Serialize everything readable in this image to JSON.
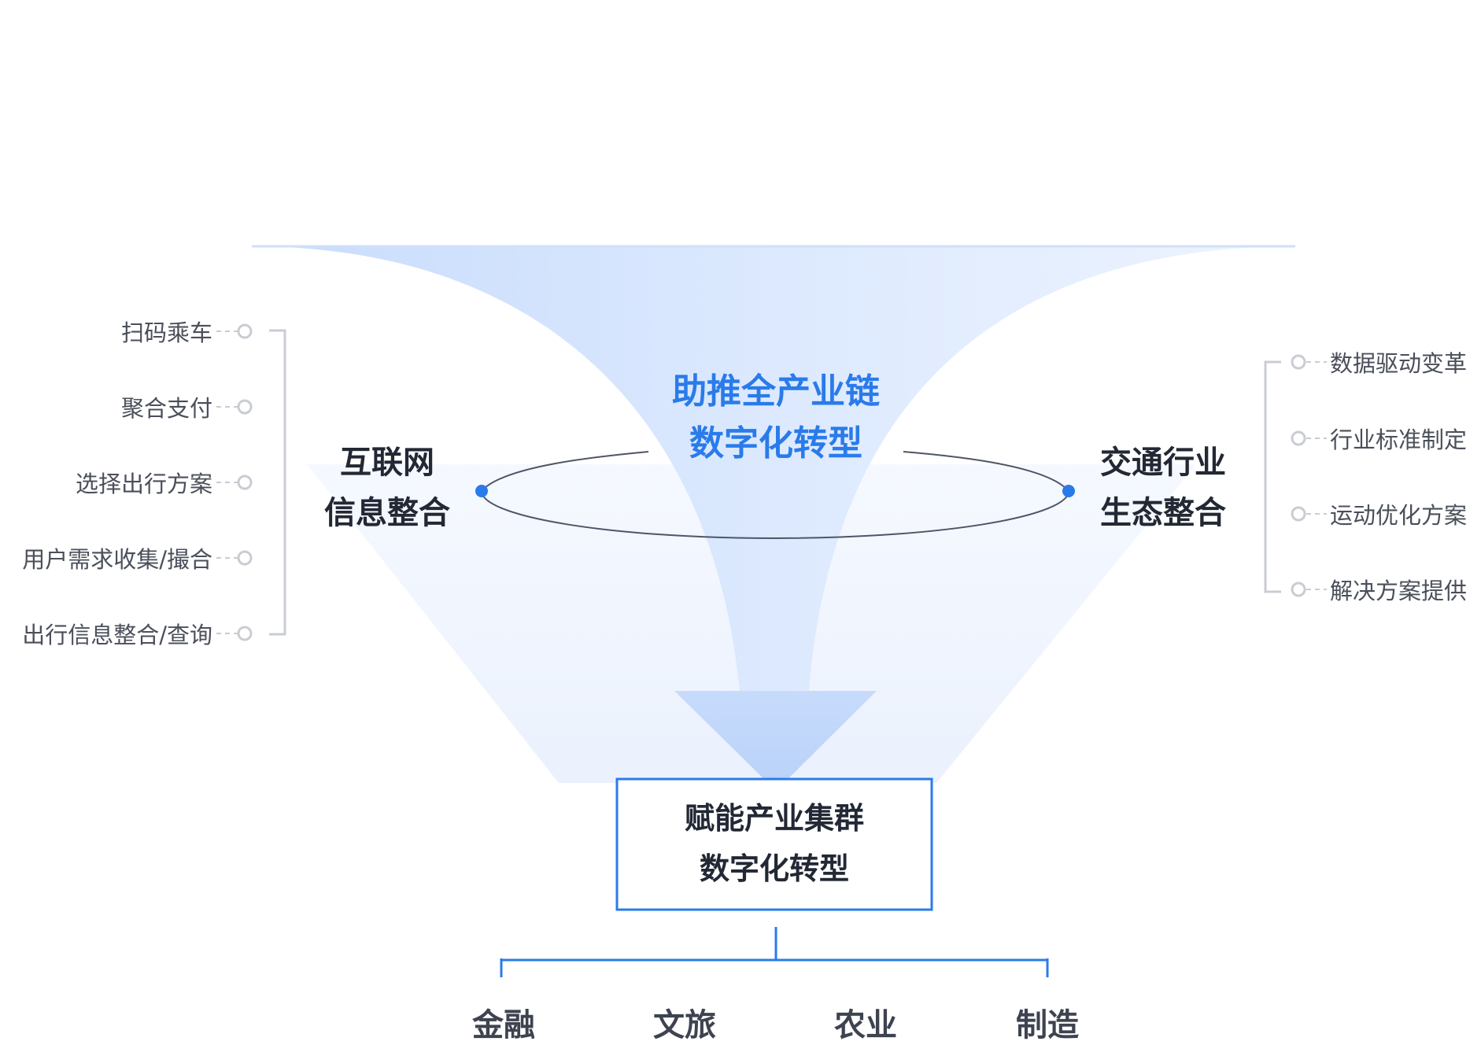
{
  "center_title": [
    "助推全产业链",
    "数字化转型"
  ],
  "left_hub": [
    "互联网",
    "信息整合"
  ],
  "right_hub": [
    "交通行业",
    "生态整合"
  ],
  "left_items": [
    "扫码乘车",
    "聚合支付",
    "选择出行方案",
    "用户需求收集/撮合",
    "出行信息整合/查询"
  ],
  "right_items": [
    "数据驱动变革",
    "行业标准制定",
    "运动优化方案",
    "解决方案提供"
  ],
  "result_box": [
    "赋能产业集群",
    "数字化转型"
  ],
  "industries": [
    "金融",
    "文旅",
    "农业",
    "制造"
  ],
  "colors": {
    "accent": "#2a7bea",
    "funnel": "#cfe1fd",
    "line_gray": "#c9ccd2",
    "ellipse": "#4e5566"
  }
}
